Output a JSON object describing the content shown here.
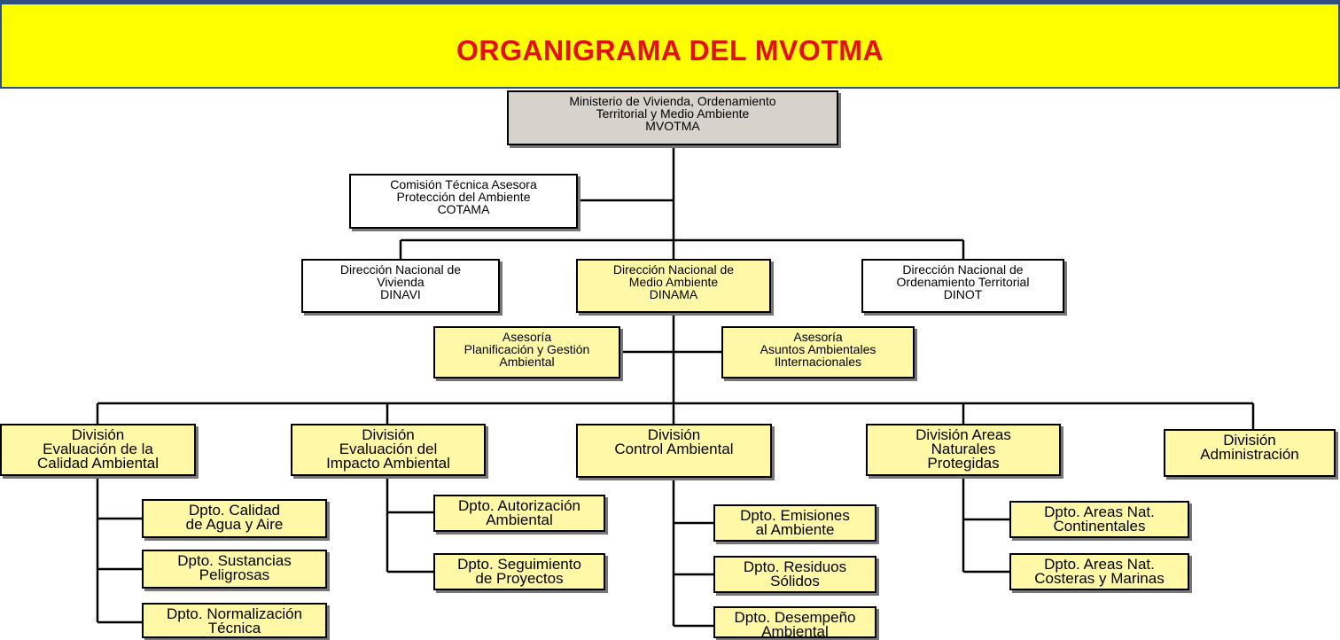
{
  "title": "ORGANIGRAMA DEL MVOTMA",
  "colors": {
    "banner": "#ffff00",
    "title": "#e21010",
    "border": "#2f4f7f",
    "box_yellow": "#fff8a6",
    "box_gray": "#d7d3cc"
  },
  "nodes": {
    "ministerio": "Ministerio de Vivienda, Ordenamiento\nTerritorial y Medio Ambiente\nMVOTMA",
    "cotama": "Comisión Técnica Asesora\nProtección del Ambiente\nCOTAMA",
    "dinavi": "Dirección Nacional de\nVivienda\nDINAVI",
    "dinama": "Dirección Nacional de\nMedio Ambiente\nDINAMA",
    "dinot": "Dirección Nacional de\nOrdenamiento Territorial\nDINOT",
    "asesoria_planificacion": "Asesoría\nPlanificación y Gestión\nAmbiental",
    "asesoria_internacionales": "Asesoría\nAsuntos Ambientales\nIlnternacionales",
    "div_calidad": "División\nEvaluación de la\nCalidad Ambiental",
    "div_impacto": "División\nEvaluación del\nImpacto Ambiental",
    "div_control": "División\nControl Ambiental",
    "div_areas": "División Areas\nNaturales\nProtegidas",
    "div_admin": "División\nAdministración",
    "dpto_agua_aire": "Dpto. Calidad\nde Agua y Aire",
    "dpto_sustancias": "Dpto. Sustancias\nPeligrosas",
    "dpto_normalizacion": "Dpto. Normalización\nTécnica",
    "dpto_autorizacion": "Dpto. Autorización\nAmbiental",
    "dpto_seguimiento": "Dpto. Seguimiento\nde Proyectos",
    "dpto_emisiones": "Dpto. Emisiones\nal Ambiente",
    "dpto_residuos": "Dpto. Residuos\nSólidos",
    "dpto_desempeno": "Dpto. Desempeño\nAmbiental",
    "dpto_continentales": "Dpto. Areas Nat.\nContinentales",
    "dpto_costeras": "Dpto. Areas Nat.\nCosteras y Marinas"
  }
}
